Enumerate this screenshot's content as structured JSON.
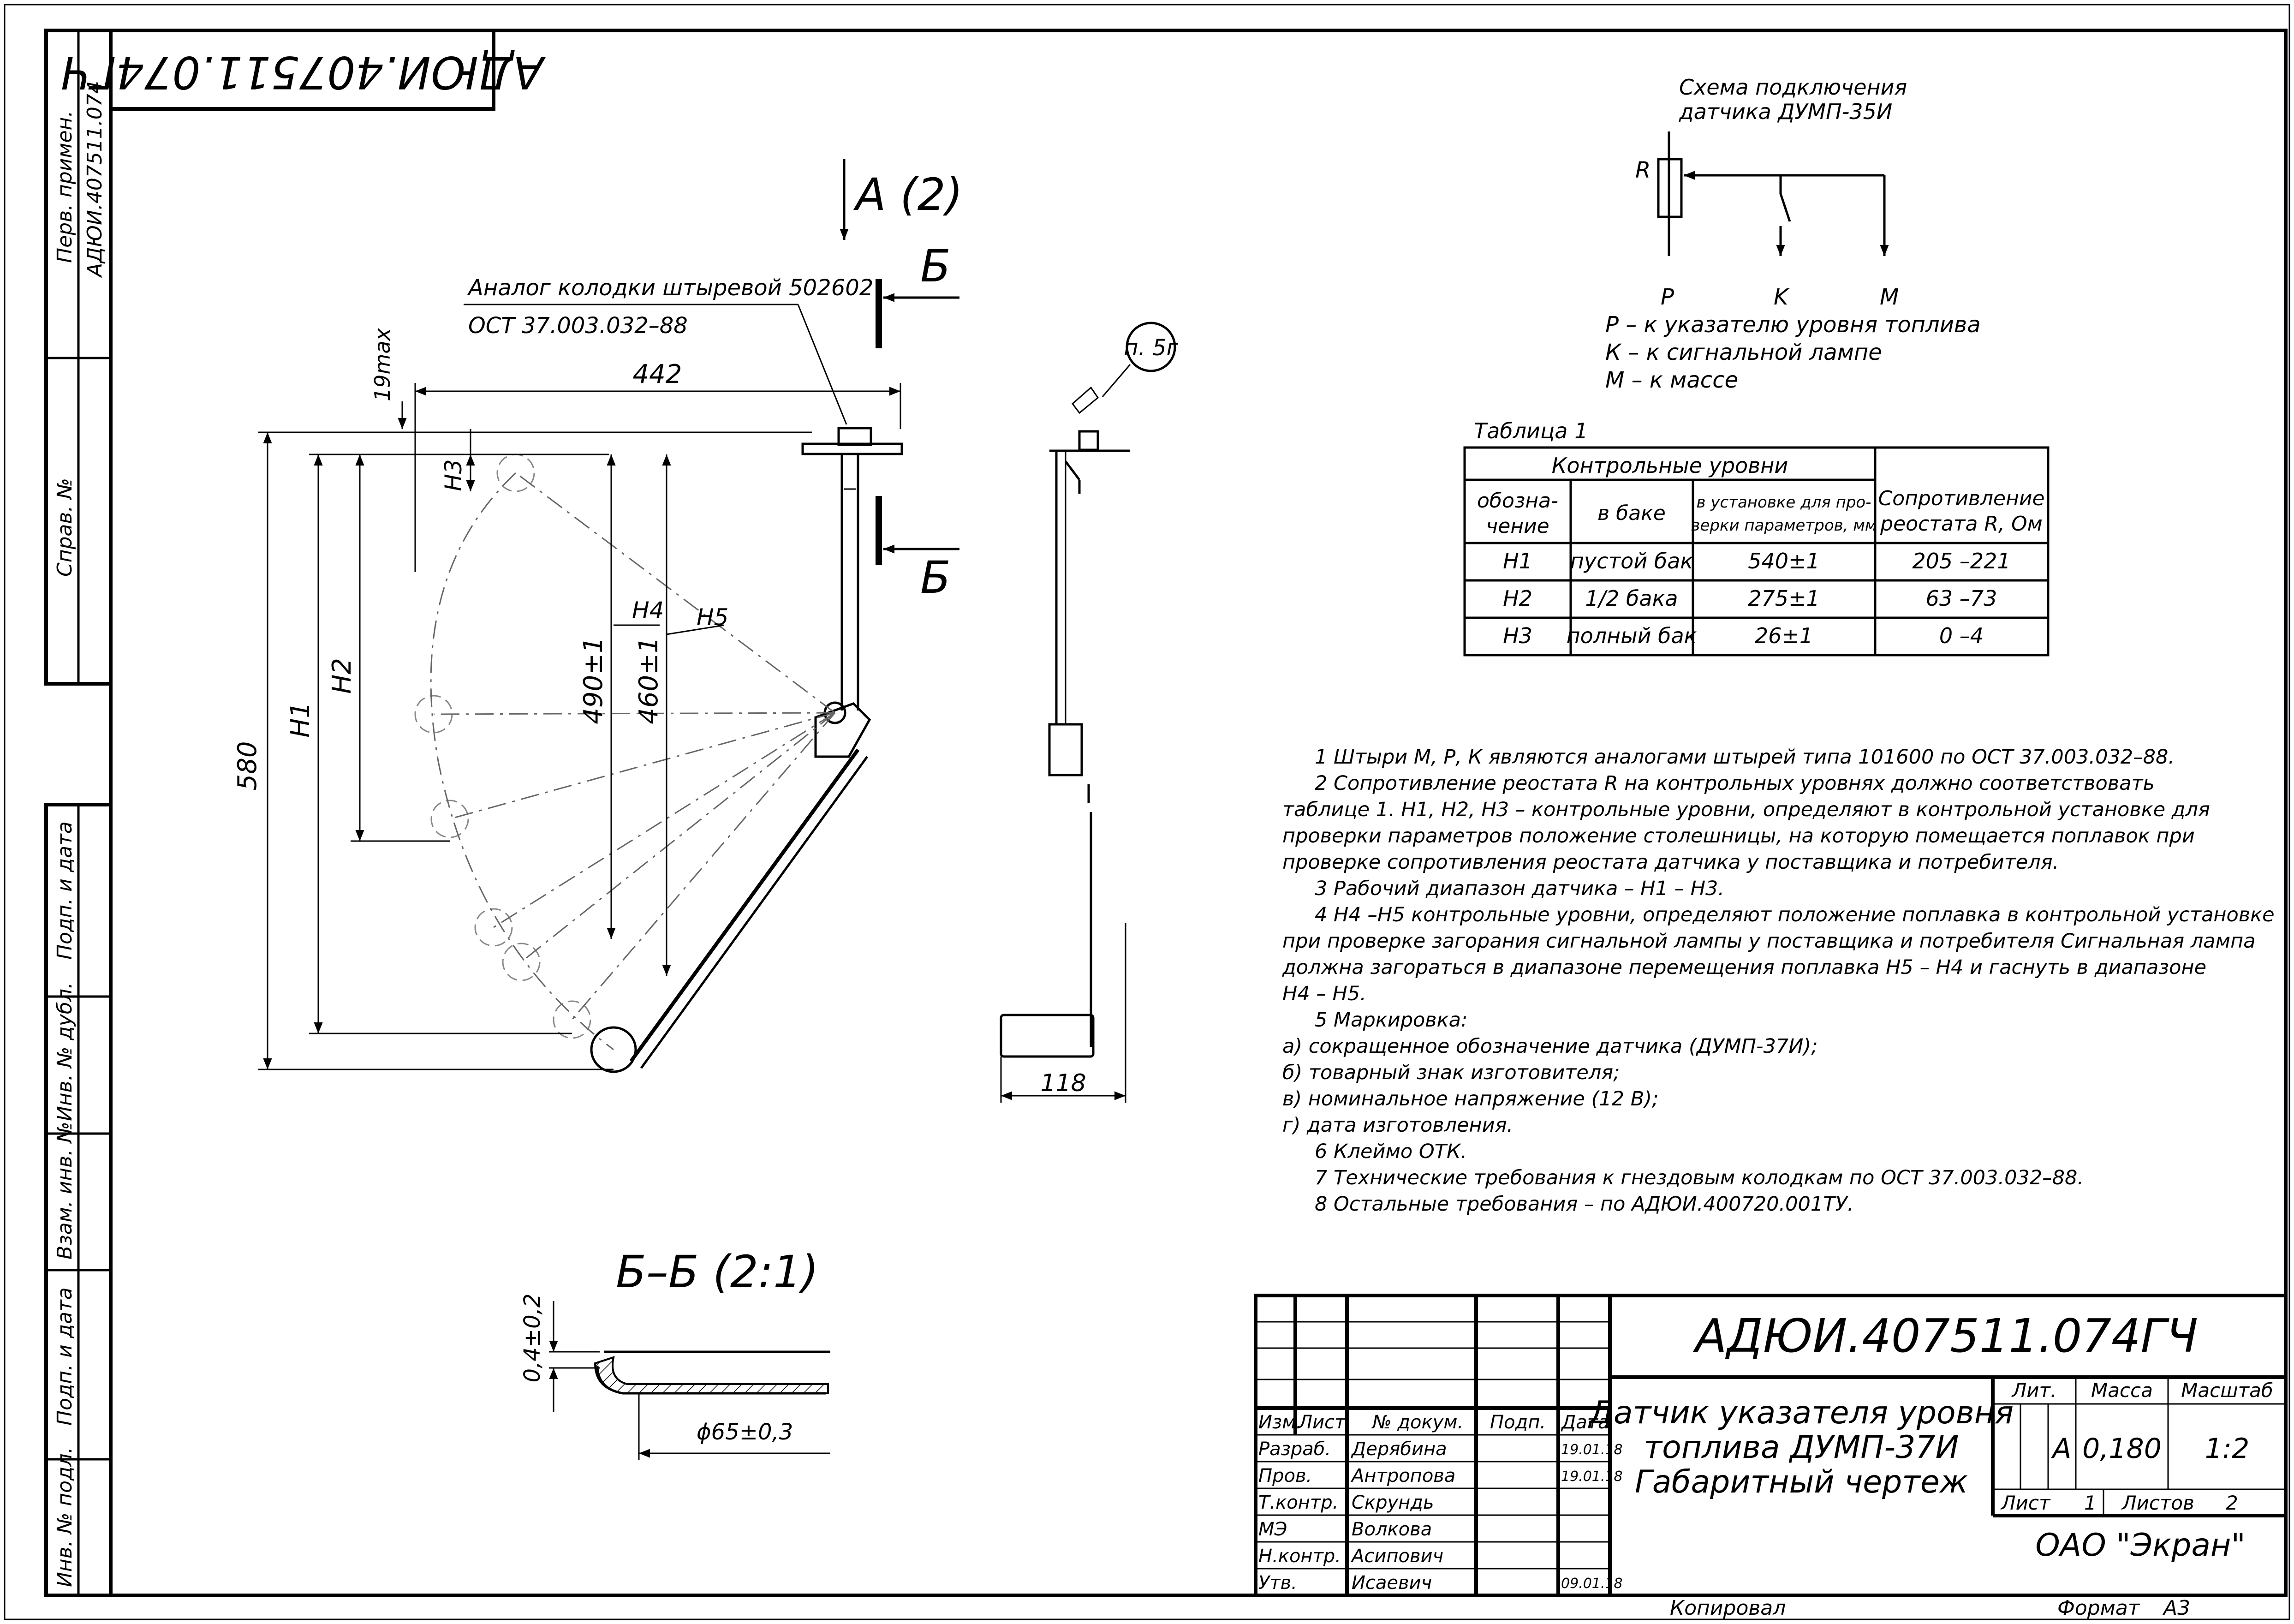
{
  "stamp_rotated": "АДЮИ.407511.074ГЧ",
  "left_column": {
    "perv_primen_label": "Перв. примен.",
    "perv_primen_value": "АДЮИ.407511.074",
    "sprav_label": "Справ. №",
    "podp_data_1": "Подп. и дата",
    "inv_dubl": "Инв. № дубл.",
    "vzam_inv": "Взам. инв. №",
    "podp_data_2": "Подп. и дата",
    "inv_podl": "Инв. № подл."
  },
  "view_labels": {
    "view_a": "А (2)",
    "section_b_top": "Б",
    "section_b_bottom": "Б",
    "callout": "п. 5г",
    "section_title": "Б–Б (2:1)"
  },
  "leader_text": {
    "line1": "Аналог колодки штыревой 502602",
    "line2": "ОСТ 37.003.032–88"
  },
  "dimensions": {
    "d442": "442",
    "d19max": "19max",
    "d580": "580",
    "dH1": "H1",
    "dH2": "H2",
    "dH3": "H3",
    "dH4": "H4",
    "dH5": "H5",
    "d490": "490±1",
    "d460": "460±1",
    "d118": "118",
    "d04": "0,4±0,2",
    "d65": "ϕ65±0,3"
  },
  "schema": {
    "title1": "Схема подключения",
    "title2": "датчика ДУМП-35И",
    "R": "R",
    "P": "P",
    "K": "K",
    "M": "M",
    "legend1": "Р – к указателю уровня топлива",
    "legend2": "К – к сигнальной лампе",
    "legend3": "М – к массе"
  },
  "table1": {
    "caption": "Таблица 1",
    "group_header": "Контрольные уровни",
    "h_oboz1": "обозна-",
    "h_oboz2": "чение",
    "h_bak": "в баке",
    "h_ust1": "в установке для про-",
    "h_ust2": "верки параметров, мм",
    "h_res1": "Сопротивление",
    "h_res2": "реостата R, Ом",
    "rows": [
      {
        "oboz": "H1",
        "bak": "пустой бак",
        "ust": "540±1",
        "res": "205 –221"
      },
      {
        "oboz": "H2",
        "bak": "1/2 бака",
        "ust": "275±1",
        "res": "63 –73"
      },
      {
        "oboz": "H3",
        "bak": "полный бак",
        "ust": "26±1",
        "res": "0 –4"
      }
    ]
  },
  "notes": [
    "1  Штыри М, Р, К являются аналогами штырей типа 101600 по ОСТ 37.003.032–88.",
    "2  Сопротивление  реостата  R  на  контрольных  уровнях  должно  соответствовать",
    "таблице  1.  Н1,  Н2,  Н3  –  контрольные  уровни,  определяют  в  контрольной  установке  для",
    "проверки  параметров  положение  столешницы,  на  которую  помещается  поплавок    при",
    "проверке сопротивления реостата датчика у поставщика и потребителя.",
    "3  Рабочий диапазон датчика  – Н1 – Н3.",
    "4  Н4 –Н5 контрольные уровни, определяют положение поплавка в контрольной установке",
    "при проверке загорания сигнальной лампы у поставщика и потребителя  Сигнальная лампа",
    "должна загораться в диапазоне перемещения поплавка Н5 – Н4 и гаснуть в диапазоне",
    "Н4 – Н5.",
    "5  Маркировка:",
    "а) сокращенное обозначение датчика (ДУМП-37И);",
    "б) товарный знак изготовителя;",
    "в) номинальное напряжение (12 В);",
    "г) дата изготовления.",
    "6  Клеймо ОТК.",
    "7  Технические требования к гнездовым колодкам по ОСТ 37.003.032–88.",
    "8  Остальные требования – по АДЮИ.400720.001ТУ."
  ],
  "title_block": {
    "designation": "АДЮИ.407511.074ГЧ",
    "name1": "Датчик указателя уровня",
    "name2": "топлива ДУМП-37И",
    "name3": "Габаритный чертеж",
    "h_izm": "Изм.",
    "h_list": "Лист",
    "h_dokum": "№ докум.",
    "h_podp": "Подп.",
    "h_data": "Дата",
    "people": [
      {
        "role": "Разраб.",
        "name": "Дерябина",
        "date": "19.01.18"
      },
      {
        "role": "Пров.",
        "name": "Антропова",
        "date": "19.01.18"
      },
      {
        "role": "Т.контр.",
        "name": "Скрундь",
        "date": ""
      },
      {
        "role": "МЭ",
        "name": "Волкова",
        "date": ""
      },
      {
        "role": "Н.контр.",
        "name": "Асипович",
        "date": ""
      },
      {
        "role": "Утв.",
        "name": "Исаевич",
        "date": "09.01.18"
      }
    ],
    "lit_label": "Лит.",
    "massa_label": "Масса",
    "masshtab_label": "Масштаб",
    "lit_value": "А",
    "massa_value": "0,180",
    "masshtab_value": "1:2",
    "list_label": "Лист",
    "list_value": "1",
    "listov_label": "Листов",
    "listov_value": "2",
    "org": "ОАО \"Экран\""
  },
  "footer": {
    "kopiroval": "Копировал",
    "format_label": "Формат",
    "format_value": "А3"
  }
}
